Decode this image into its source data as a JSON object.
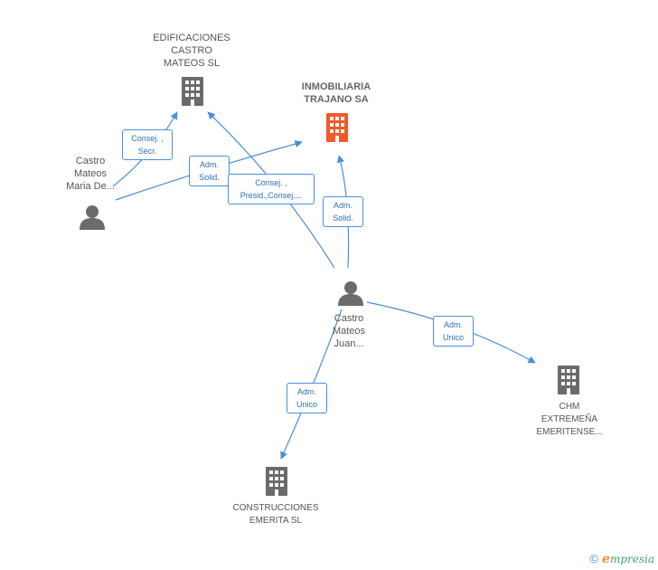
{
  "colors": {
    "edge": "#4a90d9",
    "company_icon": "#6b6b6b",
    "focus_company_icon": "#f05a2a",
    "person_icon": "#6b6b6b",
    "label_text": "#555555"
  },
  "nodes": {
    "edificaciones": {
      "type": "company",
      "icon": "building-icon",
      "lines": [
        "EDIFICACIONES",
        "CASTRO",
        "MATEOS  SL"
      ]
    },
    "inmobiliaria": {
      "type": "company-focus",
      "icon": "building-icon",
      "lines": [
        "INMOBILIARIA",
        "TRAJANO SA"
      ]
    },
    "maria": {
      "type": "person",
      "icon": "person-icon",
      "lines": [
        "Castro",
        "Mateos",
        "Maria De..."
      ]
    },
    "juan": {
      "type": "person",
      "icon": "person-icon",
      "lines": [
        "Castro",
        "Mateos",
        "Juan..."
      ]
    },
    "chm": {
      "type": "company",
      "icon": "building-icon",
      "lines": [
        "CHM",
        "EXTREMEÑA",
        "EMERITENSE..."
      ]
    },
    "construcciones": {
      "type": "company",
      "icon": "building-icon",
      "lines": [
        "CONSTRUCCIONES",
        "EMERITA  SL"
      ]
    }
  },
  "edges": {
    "maria_edificaciones": {
      "lines": [
        "Consej. ,",
        "Secr."
      ]
    },
    "maria_inmobiliaria": {
      "lines": [
        "Adm.",
        "Solid."
      ]
    },
    "juan_edificaciones": {
      "lines": [
        "Consej. ,",
        "Presid.,Consej...."
      ]
    },
    "juan_inmobiliaria": {
      "lines": [
        "Adm.",
        "Solid."
      ]
    },
    "juan_chm": {
      "lines": [
        "Adm.",
        "Unico"
      ]
    },
    "juan_construcciones": {
      "lines": [
        "Adm.",
        "Unico"
      ]
    }
  },
  "footer": {
    "copyright_symbol": "©",
    "brand_first": "e",
    "brand_rest": "mpresia"
  }
}
